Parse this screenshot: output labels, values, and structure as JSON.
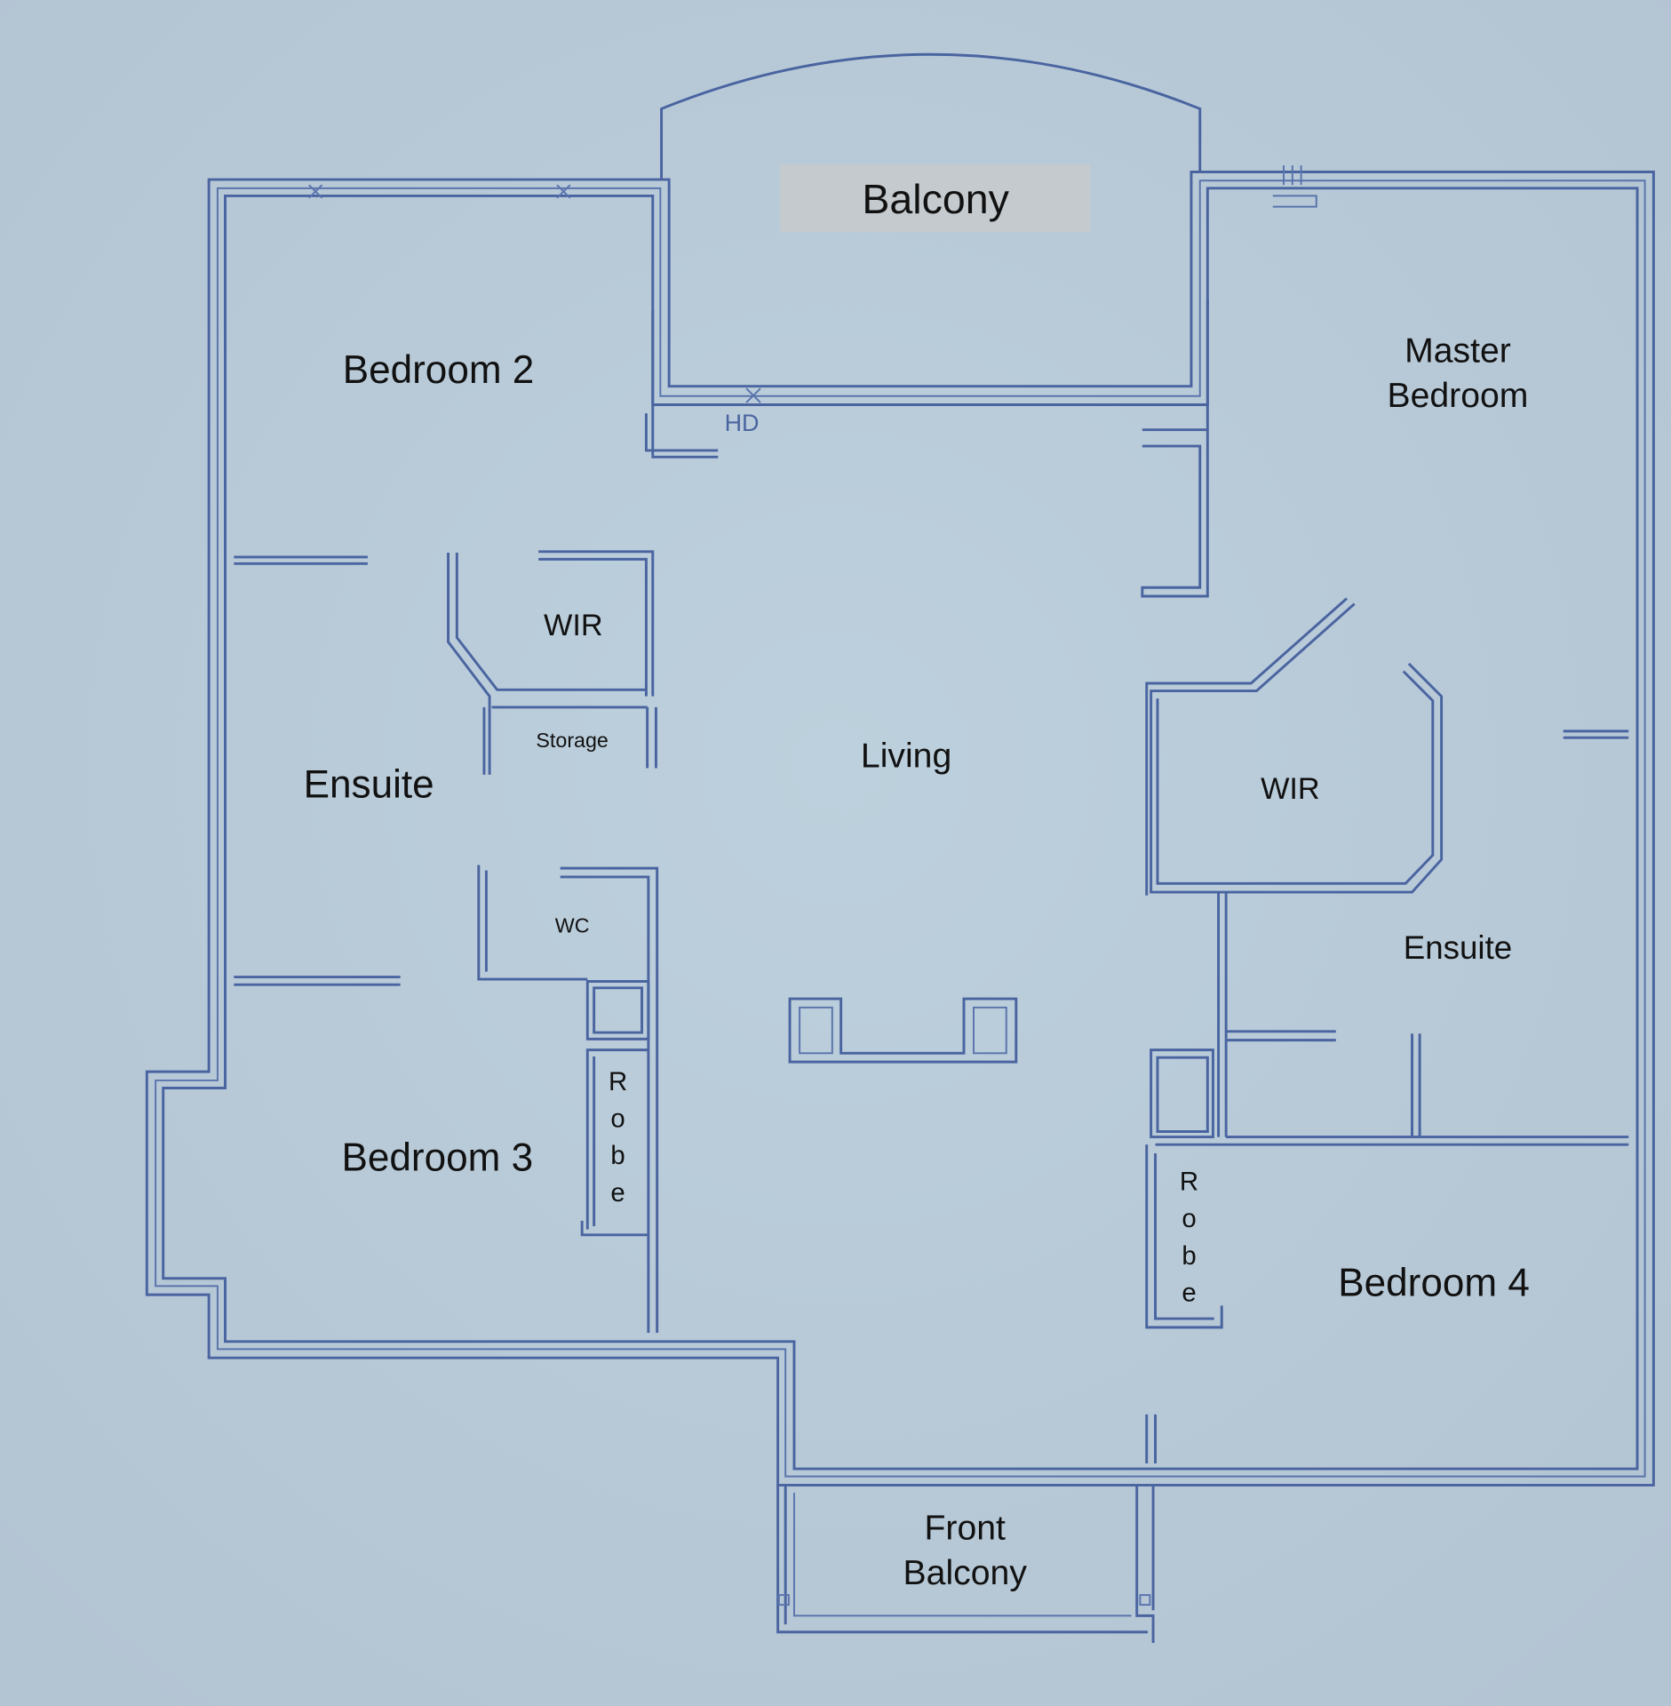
{
  "plan": {
    "colors": {
      "background": "#b9cbd9",
      "walls": "#4a64a0",
      "label_box": "#c4cace",
      "text": "#111111"
    },
    "rooms": {
      "balcony": "Balcony",
      "bedroom2": "Bedroom 2",
      "master_bedroom": [
        "Master",
        "Bedroom"
      ],
      "wir_left": "WIR",
      "storage": "Storage",
      "ensuite_left": "Ensuite",
      "living": "Living",
      "wir_right": "WIR",
      "ensuite_right": "Ensuite",
      "wc": "WC",
      "bedroom3": "Bedroom 3",
      "robe_left": "Robe",
      "robe_right": "Robe",
      "bedroom4": "Bedroom 4",
      "front_balcony": [
        "Front",
        "Balcony"
      ]
    },
    "marks": {
      "hd": "HD"
    }
  }
}
